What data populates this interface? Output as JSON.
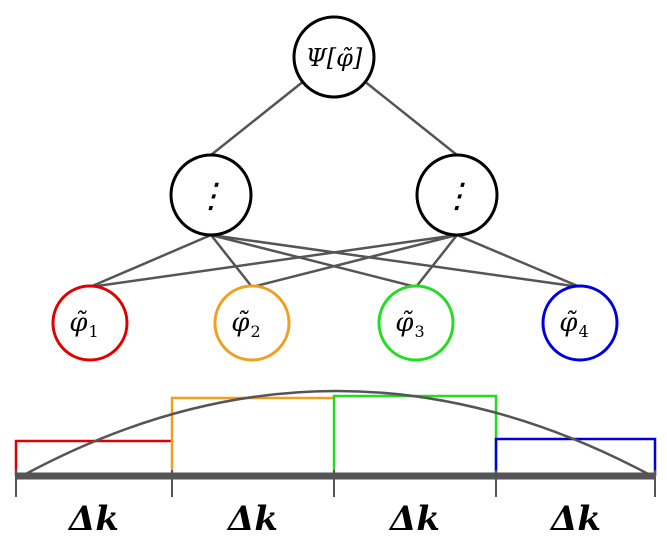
{
  "root": {
    "label": "Ψ[φ̃]"
  },
  "hidden_nodes": [
    {
      "label": "⋮"
    },
    {
      "label": "⋮"
    }
  ],
  "input_nodes": [
    {
      "symbol": "φ̃",
      "index": "1",
      "color": "#e00000"
    },
    {
      "symbol": "φ̃",
      "index": "2",
      "color": "#f0a020"
    },
    {
      "symbol": "φ̃",
      "index": "3",
      "color": "#22dd22"
    },
    {
      "symbol": "φ̃",
      "index": "4",
      "color": "#0000dd"
    }
  ],
  "intervals": [
    {
      "label": "Δk",
      "color": "#e00000"
    },
    {
      "label": "Δk",
      "color": "#f0a020"
    },
    {
      "label": "Δk",
      "color": "#22dd22"
    },
    {
      "label": "Δk",
      "color": "#0000dd"
    }
  ],
  "colors": {
    "edge": "#555555",
    "axis": "#555555",
    "node_outline": "#000000"
  }
}
